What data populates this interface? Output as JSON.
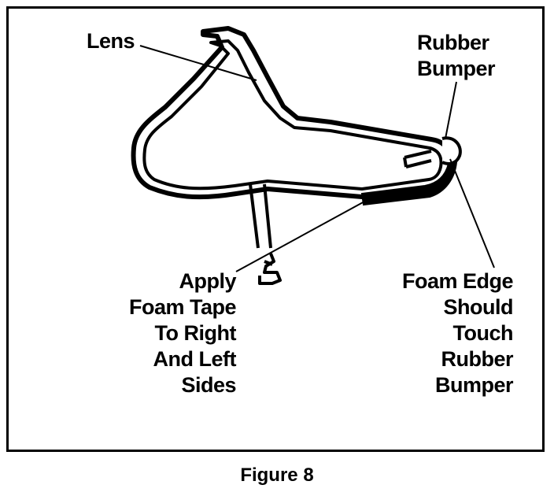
{
  "labels": {
    "lens": "Lens",
    "rubber_bumper": [
      "Rubber",
      "Bumper"
    ],
    "apply_foam_tape": [
      "Apply",
      "Foam Tape",
      "To Right",
      "And Left",
      "Sides"
    ],
    "foam_edge": [
      "Foam Edge",
      "Should",
      "Touch",
      "Rubber",
      "Bumper"
    ]
  },
  "caption": "Figure 8",
  "colors": {
    "ink": "#000000",
    "paper": "#ffffff"
  }
}
